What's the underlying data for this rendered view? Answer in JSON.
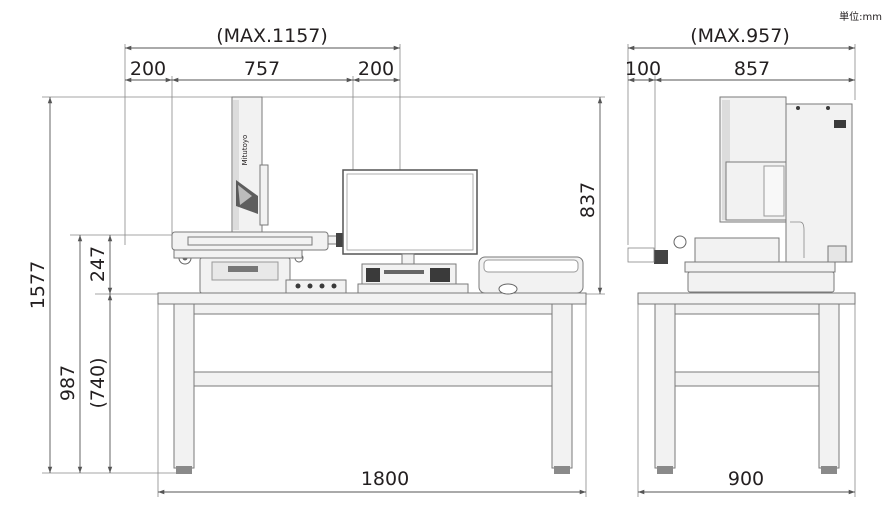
{
  "unit_label": "単位:mm",
  "front_view": {
    "max_width": "(MAX.1157)",
    "left_offset": "200",
    "stage_width": "757",
    "right_offset": "200",
    "total_height": "1577",
    "table_height": "987",
    "table_height_alt": "(740)",
    "stage_height": "247",
    "head_height": "837",
    "table_width": "1800",
    "brand": "Mitutoyo"
  },
  "side_view": {
    "max_depth": "(MAX.957)",
    "front_offset": "100",
    "body_depth": "857",
    "table_depth": "900"
  }
}
